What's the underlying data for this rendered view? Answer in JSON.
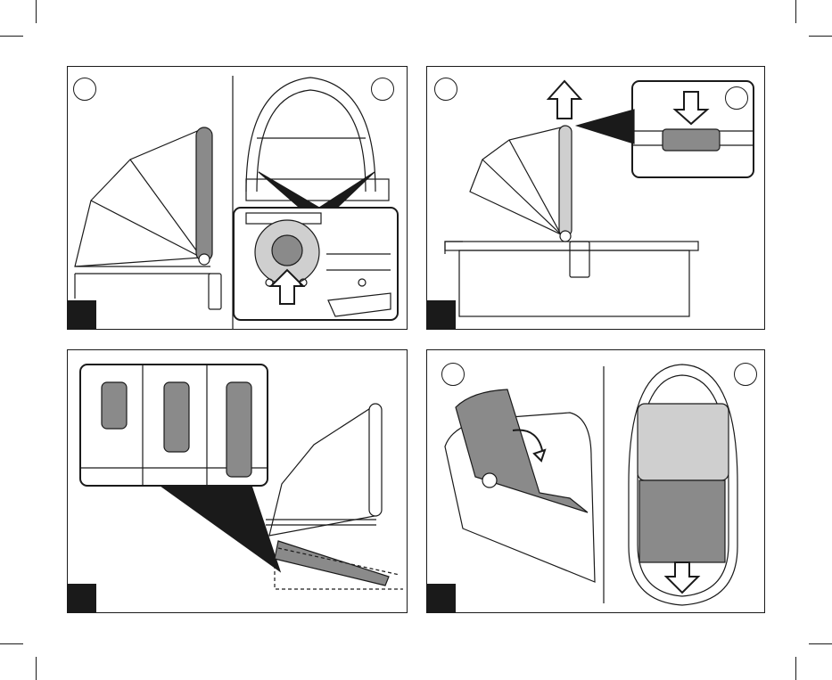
{
  "page": {
    "panels": [
      {
        "id": "panel-1",
        "step_marker": "",
        "callout_circles": [
          "",
          ""
        ]
      },
      {
        "id": "panel-2",
        "step_marker": "",
        "callout_circles": [
          "",
          ""
        ]
      },
      {
        "id": "panel-3",
        "step_marker": "",
        "callout_circles": []
      },
      {
        "id": "panel-4",
        "step_marker": "",
        "callout_circles": [
          "",
          ""
        ]
      }
    ],
    "colors": {
      "line": "#1a1a1a",
      "grey": "#8a8a8a",
      "light_grey": "#cfcfcf",
      "mattress": "#c9c9c9"
    }
  }
}
